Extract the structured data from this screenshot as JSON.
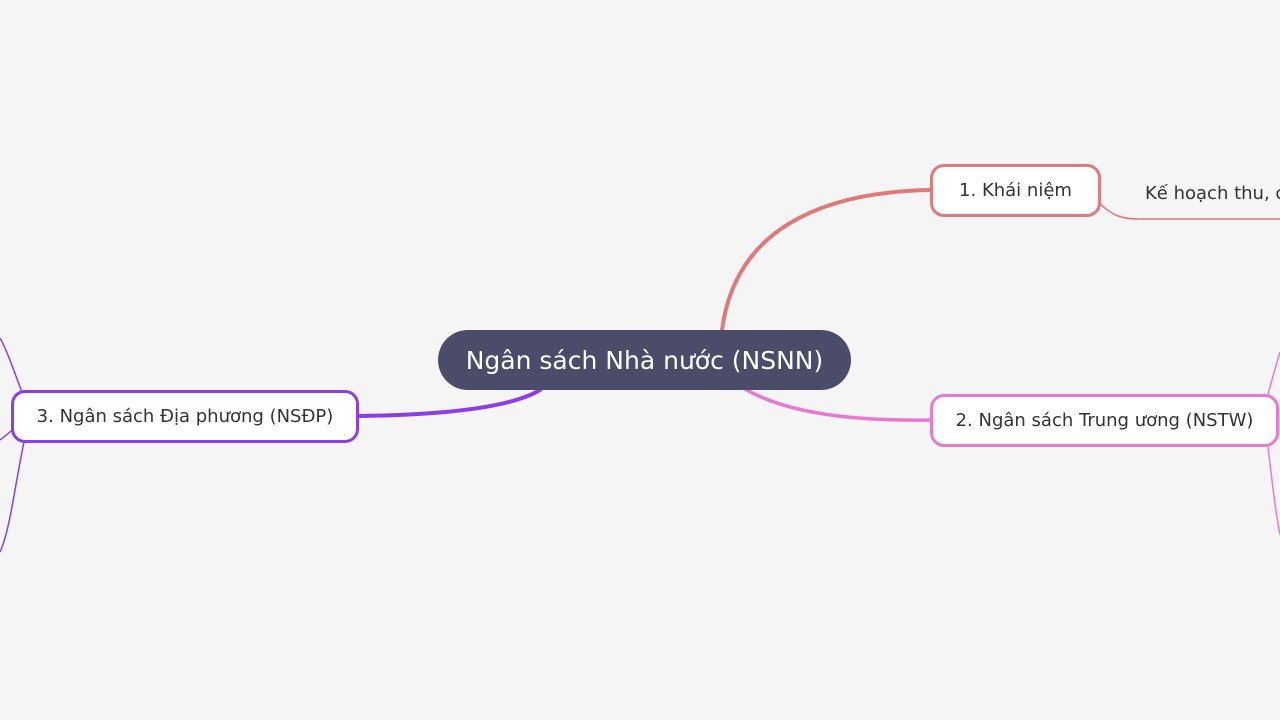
{
  "mindmap": {
    "central": {
      "label": "Ngân sách Nhà nước (NSNN)",
      "color": "#4a4c6a"
    },
    "branches": [
      {
        "label": "1. Khái niệm",
        "color": "#e07a7a",
        "leaf": "Kế hoạch thu, c"
      },
      {
        "label": "2. Ngân sách Trung ương (NSTW)",
        "color": "#e77ad0"
      },
      {
        "label": "3. Ngân sách Địa phương (NSĐP)",
        "color": "#8a3ee8"
      }
    ],
    "background": "#f5f5f5"
  }
}
